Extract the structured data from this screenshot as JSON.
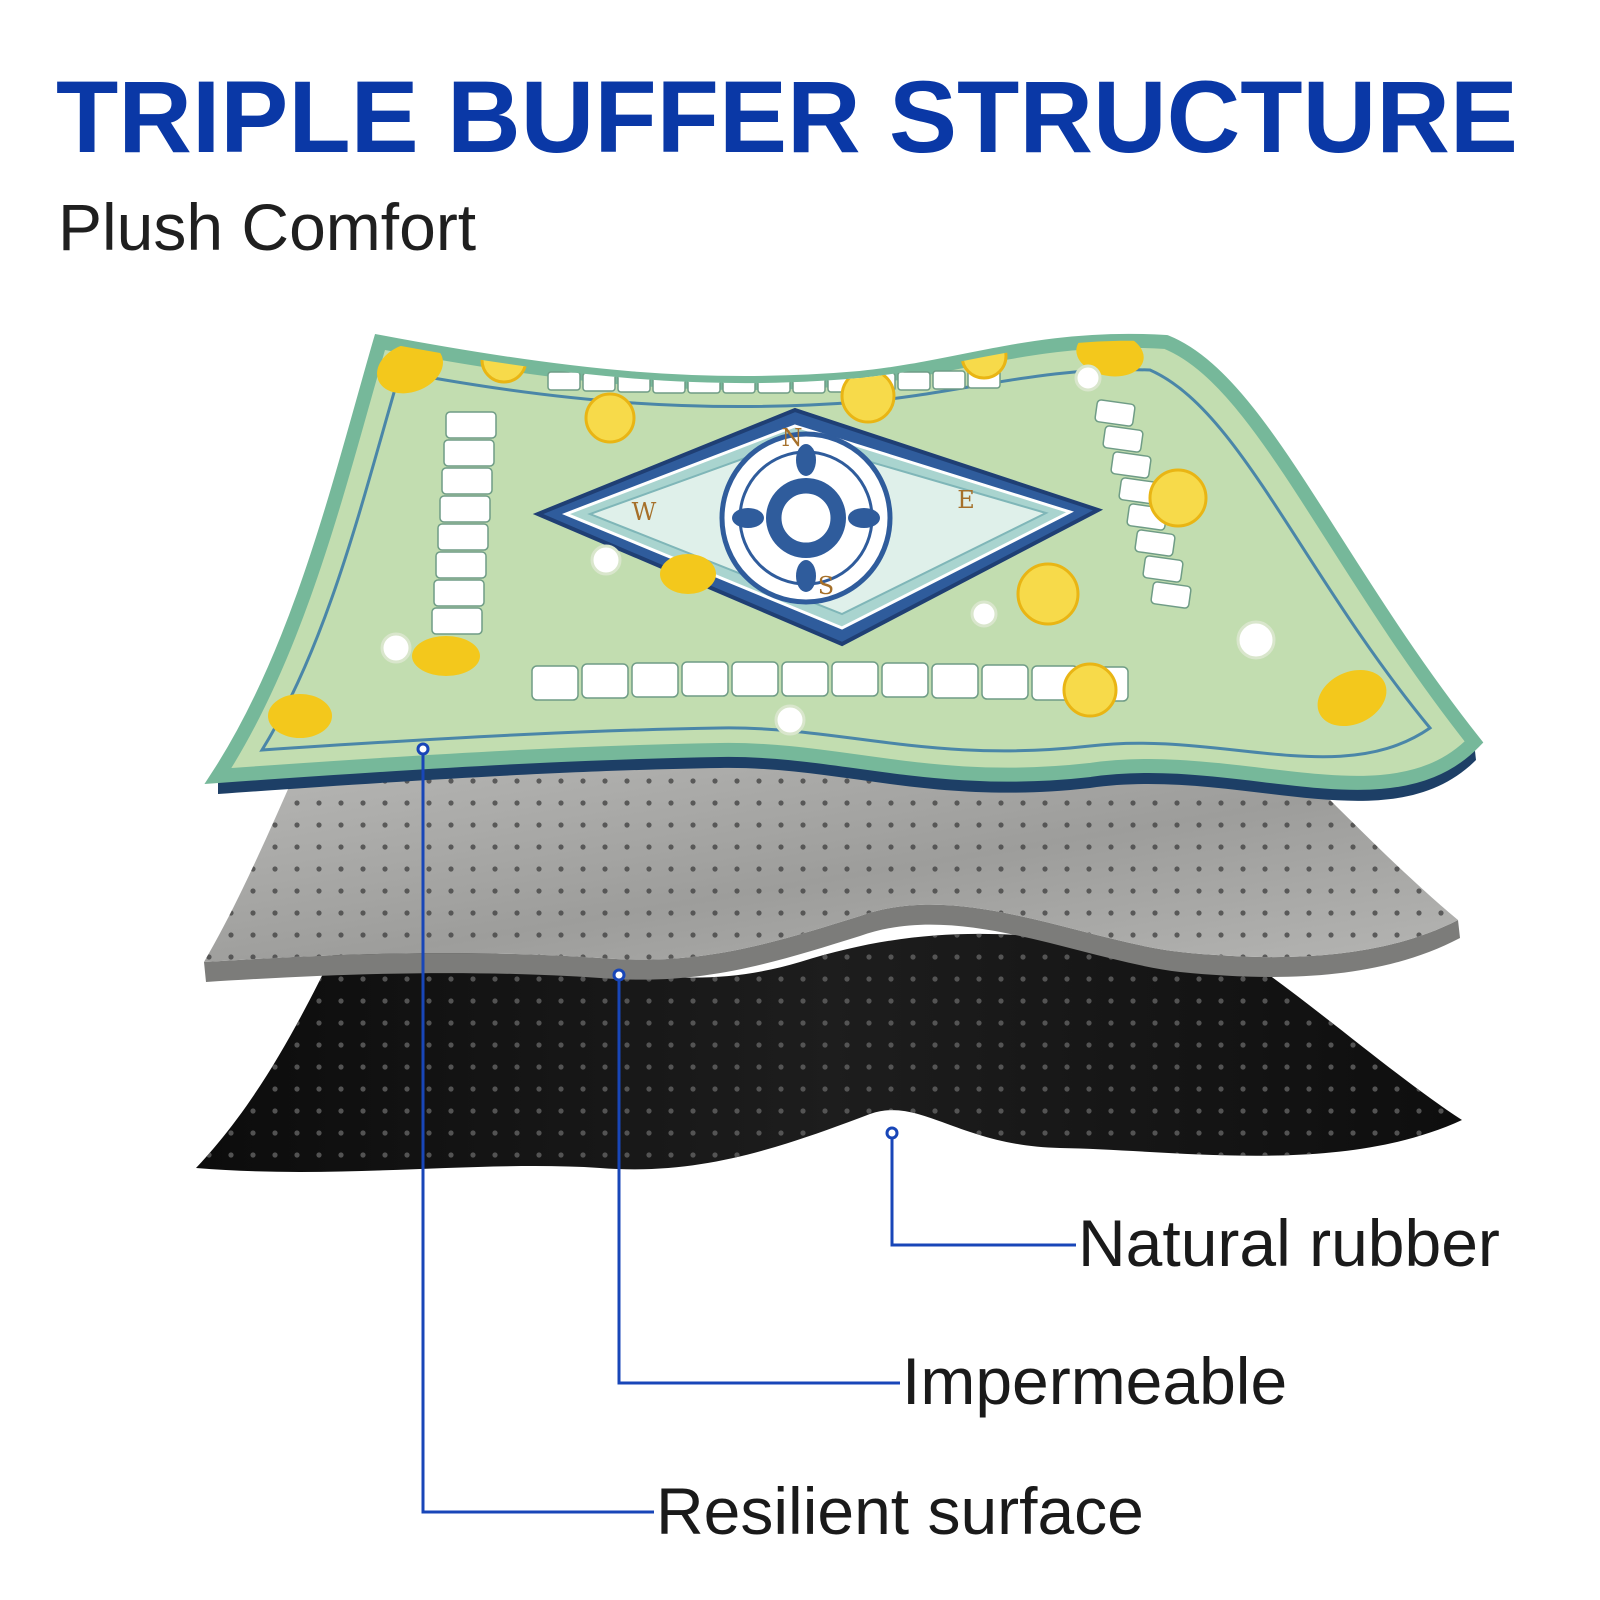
{
  "header": {
    "title": "TRIPLE BUFFER STRUCTURE",
    "subtitle": "Plush Comfort"
  },
  "colors": {
    "title": "#0a38a6",
    "subtitle": "#1f1f1f",
    "callout_line": "#1846b8",
    "label": "#1a1a1a",
    "mat_green": "#c2ddb0",
    "mat_border": "#76b89a",
    "mat_edge": "#1d3f66",
    "compass_blue": "#2f5c9c",
    "lemon": "#f3c81c",
    "tile": "#ffffff",
    "grey_layer": "#a4a4a2",
    "grey_edge": "#7f7f7d",
    "black_layer": "#141414"
  },
  "mat": {
    "compass": {
      "north": "N",
      "east": "E",
      "south": "S",
      "west": "W"
    }
  },
  "layers": [
    {
      "label": "Natural rubber"
    },
    {
      "label": "Impermeable"
    },
    {
      "label": "Resilient surface"
    }
  ]
}
